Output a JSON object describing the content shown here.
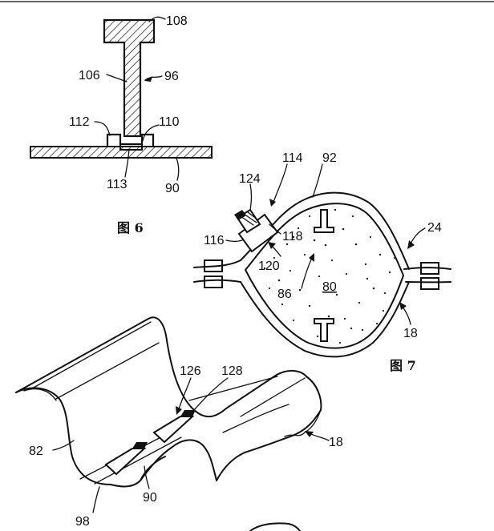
{
  "figure6": {
    "caption": "图 6",
    "labels": {
      "l108": "108",
      "l106": "106",
      "l96": "96",
      "l112": "112",
      "l110": "110",
      "l113": "113",
      "l90": "90"
    }
  },
  "figure7": {
    "caption": "图 7",
    "labels": {
      "l124": "124",
      "l114": "114",
      "l92": "92",
      "l24": "24",
      "l116": "116",
      "l118": "118",
      "l120": "120",
      "l86": "86",
      "l80": "80",
      "l18": "18"
    }
  },
  "figure8": {
    "labels": {
      "l126": "126",
      "l128": "128",
      "l82": "82",
      "l18": "18",
      "l90": "90",
      "l98": "98"
    }
  }
}
